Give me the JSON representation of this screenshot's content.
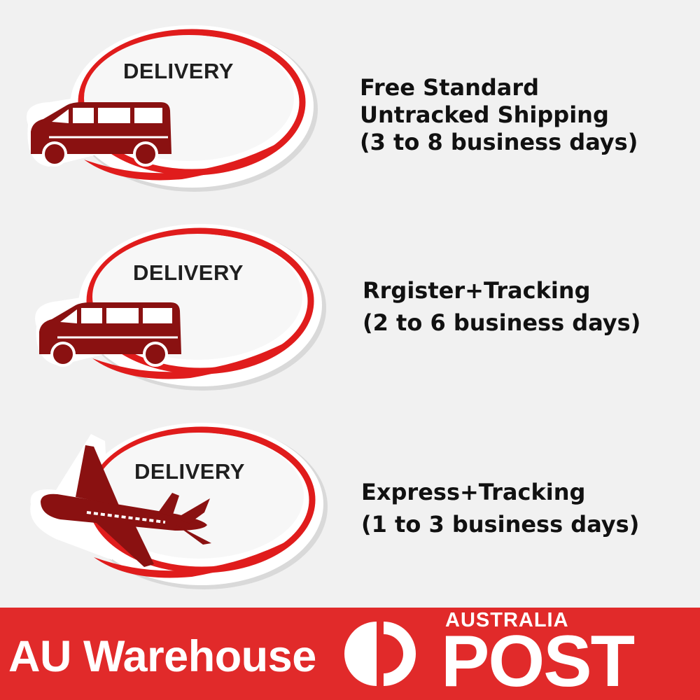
{
  "options": [
    {
      "badge_label": "DELIVERY",
      "badge_icon": "van-icon",
      "lines": [
        "Free Standard",
        "Untracked Shipping",
        "(3 to 8 business days)"
      ]
    },
    {
      "badge_label": "DELIVERY",
      "badge_icon": "van-icon",
      "lines": [
        "Rrgister+Tracking",
        "(2 to 6 business days)"
      ]
    },
    {
      "badge_label": "DELIVERY",
      "badge_icon": "airplane-icon",
      "lines": [
        "Express+Tracking",
        "(1 to 3 business days)"
      ]
    }
  ],
  "footer": {
    "warehouse_label": "AU Warehouse",
    "brand_top": "AUSTRALIA",
    "brand_main": "POST"
  },
  "colors": {
    "background": "#f1f1f1",
    "badge_red": "#e01c1c",
    "vehicle_maroon": "#8a1111",
    "banner_red": "#e12a2a"
  }
}
